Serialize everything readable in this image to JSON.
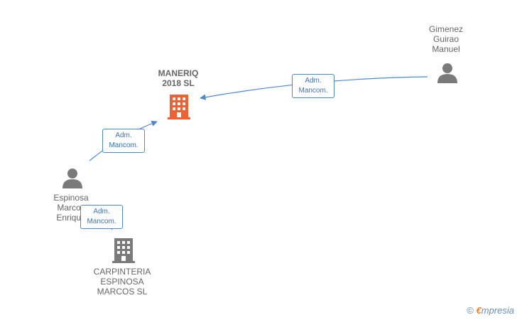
{
  "colors": {
    "edge": "#4a87d6",
    "company_main": "#f06030",
    "company": "#7a7a7a",
    "person": "#7a7a7a"
  },
  "nodes": {
    "main_company": {
      "line1": "MANERIQ",
      "line2": "2018  SL",
      "icon": "building-icon"
    },
    "gimenez": {
      "line1": "Gimenez",
      "line2": "Guirao",
      "line3": "Manuel",
      "icon": "person-icon"
    },
    "espinosa": {
      "line1": "Espinosa",
      "line2": "Marcos",
      "line3": "Enrique",
      "icon": "person-icon"
    },
    "carpinteria": {
      "line1": "CARPINTERIA",
      "line2": "ESPINOSA",
      "line3": "MARCOS SL",
      "icon": "building-icon"
    }
  },
  "edges": [
    {
      "from": "gimenez",
      "to": "main_company",
      "line1": "Adm.",
      "line2": "Mancom."
    },
    {
      "from": "espinosa",
      "to": "main_company",
      "line1": "Adm.",
      "line2": "Mancom."
    },
    {
      "from": "espinosa",
      "to": "carpinteria",
      "line1": "Adm.",
      "line2": "Mancom."
    }
  ],
  "brand": {
    "copyright": "©",
    "initial": "€",
    "name": "mpresia"
  }
}
